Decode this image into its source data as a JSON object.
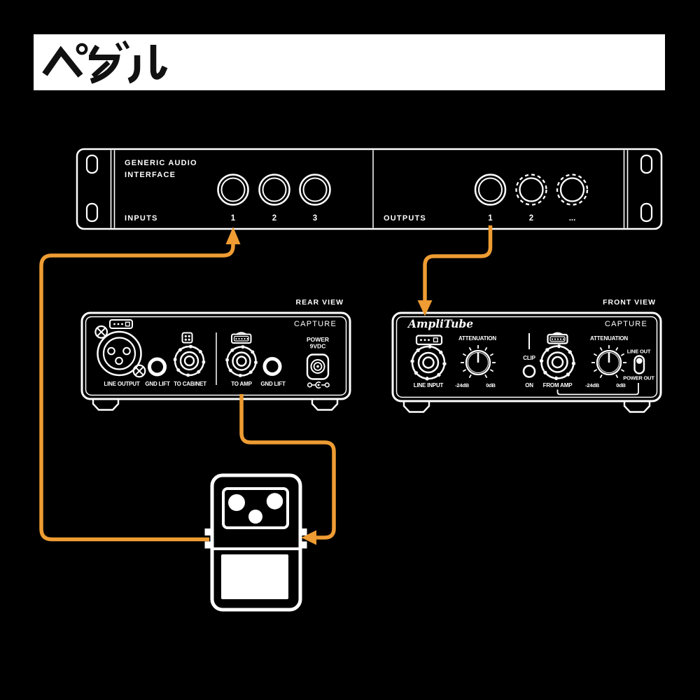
{
  "title": {
    "text": "ペダル"
  },
  "colors": {
    "background": "#000000",
    "line": "#ffffff",
    "cable_accent": "#EE9C33",
    "title_bar": "#ffffff",
    "title_text": "#111111"
  },
  "interface_unit": {
    "name_line1": "GENERIC AUDIO",
    "name_line2": "INTERFACE",
    "inputs_label": "INPUTS",
    "input_jacks": [
      "1",
      "2",
      "3"
    ],
    "outputs_label": "OUTPUTS",
    "output_jacks": [
      "1",
      "2",
      "..."
    ]
  },
  "rear_device": {
    "view_label": "REAR VIEW",
    "model": "CAPTURE",
    "labels": {
      "line_output": "LINE OUTPUT",
      "gnd_lift_left": "GND LIFT",
      "to_cabinet": "TO CABINET",
      "to_amp": "TO AMP",
      "gnd_lift_right": "GND LIFT",
      "power_line1": "POWER",
      "power_line2": "9VDC"
    },
    "icons": [
      "screw-icon",
      "xlr-connector",
      "cable-plug-icon",
      "speaker-cab-icon",
      "amp-head-icon",
      "dc-power-jack-icon",
      "polarity-center-negative-icon"
    ]
  },
  "front_device": {
    "view_label": "FRONT VIEW",
    "logo": "AmpliTube",
    "model": "CAPTURE",
    "labels": {
      "line_input": "LINE INPUT",
      "attenuation_left": "ATTENUATION",
      "att_left_min": "-24dB",
      "att_left_max": "0dB",
      "clip": "CLIP",
      "on": "ON",
      "from_amp": "FROM AMP",
      "attenuation_right": "ATTENUATION",
      "att_right_min": "-24dB",
      "att_right_max": "0dB",
      "line_out": "LINE OUT",
      "power_out": "POWER OUT"
    },
    "icons": [
      "cable-plug-icon",
      "amp-head-icon",
      "knob-icon",
      "led-icon",
      "toggle-switch-icon"
    ]
  },
  "pedal": {
    "icons": [
      "stompbox-pedal-icon"
    ]
  },
  "connections": [
    {
      "cable": "pedal-output-to-interface-input-1",
      "color": "#EE9C33"
    },
    {
      "cable": "interface-output-1-to-capture-line-input",
      "color": "#EE9C33"
    },
    {
      "cable": "capture-to-amp-to-pedal-input",
      "color": "#EE9C33"
    }
  ]
}
